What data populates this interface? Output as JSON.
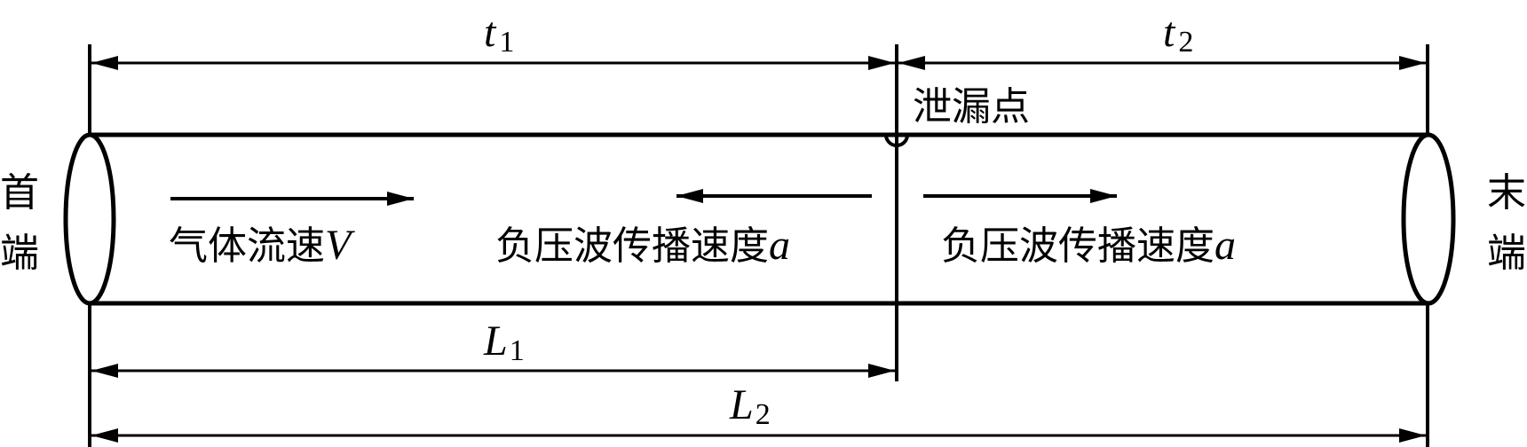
{
  "labels": {
    "t1": {
      "var": "t",
      "sub": "1"
    },
    "t2": {
      "var": "t",
      "sub": "2"
    },
    "L1": {
      "var": "L",
      "sub": "1"
    },
    "L2": {
      "var": "L",
      "sub": "2"
    },
    "leak_point": "泄漏点",
    "start_end": [
      "首",
      "端"
    ],
    "far_end": [
      "末",
      "端"
    ],
    "gas_flow": {
      "text": "气体流速",
      "var": "V"
    },
    "wave_left": {
      "text": "负压波传播速度",
      "var": "a"
    },
    "wave_right": {
      "text": "负压波传播速度",
      "var": "a"
    }
  },
  "colors": {
    "stroke": "#000000"
  }
}
